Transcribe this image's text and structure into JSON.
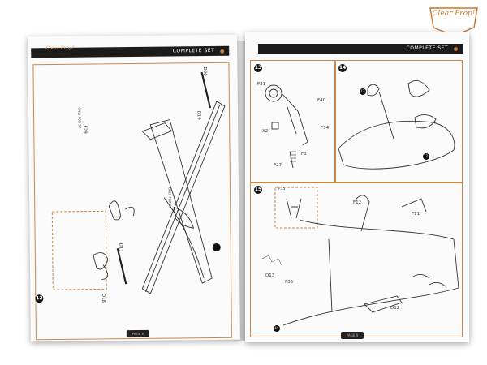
{
  "brand": {
    "name": "Clear Prop!"
  },
  "left_page": {
    "header_title": "COMPLETE SET",
    "header_logo": "Clear Prop!",
    "footer_page": "PAGE 8",
    "labels": {
      "d20": "D20",
      "d19": "D19",
      "d18": "D18",
      "d11": "D11",
      "f29": "F29",
      "flip_left": "ONLY FOR ST",
      "flip_right": "ONLY FOR CT"
    },
    "step_number": "12"
  },
  "right_page": {
    "header_title": "COMPLETE SET",
    "footer_page": "PAGE 9",
    "step13": {
      "number": "13",
      "labels": {
        "f21": "F21",
        "f40": "F40",
        "f34": "F34",
        "x2": "X2",
        "f3": "F3",
        "f27": "F27"
      }
    },
    "step14": {
      "number": "14",
      "labels": {
        "s13": "13"
      }
    },
    "step15": {
      "number": "15",
      "labels": {
        "f12": "F12",
        "f11": "F11",
        "d13": "D13",
        "f35": "F35",
        "f35b": "F35",
        "d12": "D12",
        "s14": "14"
      }
    },
    "step12_ref": "12"
  },
  "colors": {
    "accent": "#c9884a",
    "header": "#1b1b1b",
    "brand": "#c9762f"
  }
}
